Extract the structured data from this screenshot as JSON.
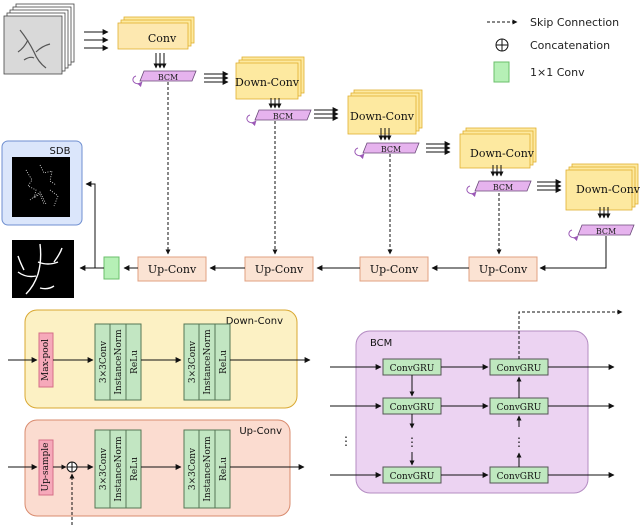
{
  "legend": {
    "skip": "Skip Connection",
    "concat": "Concatenation",
    "conv1x1": "1×1 Conv"
  },
  "encoder": {
    "conv": "Conv",
    "down1": "Down-Conv",
    "down2": "Down-Conv",
    "down3": "Down-Conv",
    "down4": "Down-Conv"
  },
  "bcm_label": "BCM",
  "decoder": {
    "up1": "Up-Conv",
    "up2": "Up-Conv",
    "up3": "Up-Conv",
    "up4": "Up-Conv"
  },
  "sdb": "SDB",
  "down_detail": {
    "title": "Down-Conv",
    "maxpool": "Max-pool",
    "conv": "3×3Conv",
    "norm": "InstanceNorm",
    "act": "ReLu"
  },
  "up_detail": {
    "title": "Up-Conv",
    "upsample": "Up-sample",
    "conv": "3×3Conv",
    "norm": "InstanceNorm",
    "act": "ReLu"
  },
  "bcm_detail": {
    "title": "BCM",
    "cell": "ConvGRU",
    "ellipsis": "⋮"
  }
}
